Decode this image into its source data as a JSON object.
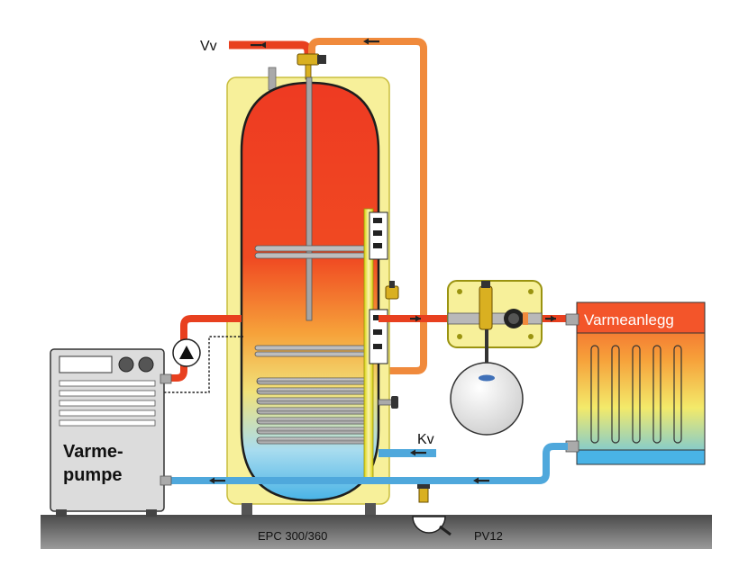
{
  "labels": {
    "hot_water": "Vv",
    "cold_water": "Kv",
    "heating_system": "Varmeanlegg",
    "heat_pump_line1": "Varme-",
    "heat_pump_line2": "pumpe",
    "tank_model": "EPC 300/360",
    "valve_model": "PV12"
  },
  "colors": {
    "hot": "#e8401f",
    "warm": "#f08a3c",
    "cold": "#4fa8dc",
    "cabinet": "#f7f09a",
    "heat_pump_body": "#dcdcdc",
    "floor": "#6d6d6d"
  }
}
